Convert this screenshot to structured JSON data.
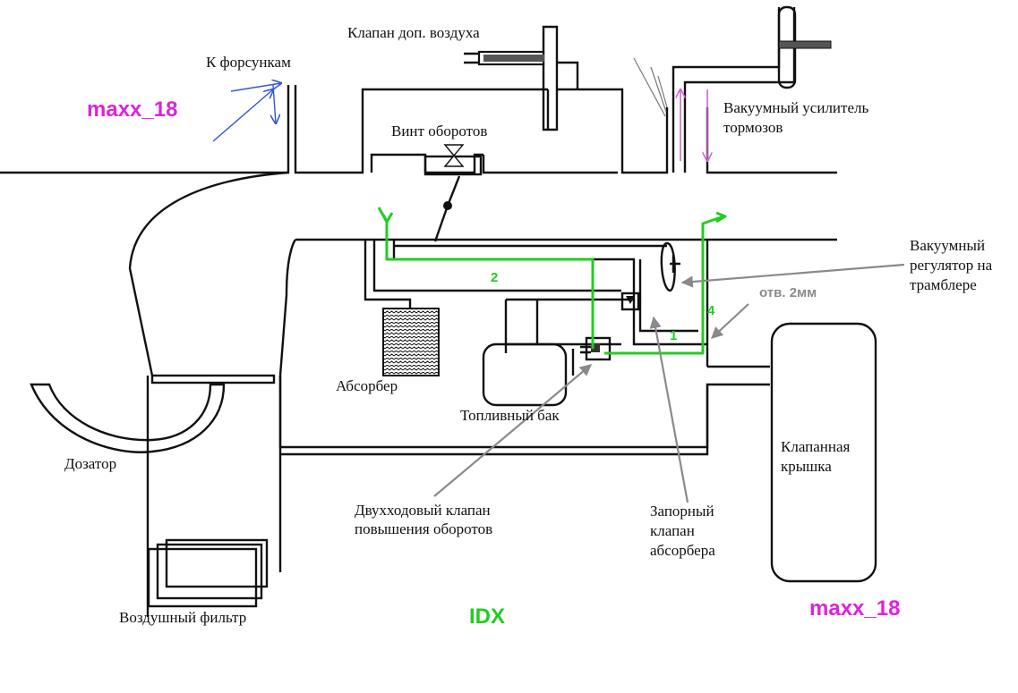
{
  "labels": {
    "k_forsunkam": "К форсункам",
    "klapan_dop_vozduha": "Клапан доп. воздуха",
    "vint_oborotov": "Винт оборотов",
    "vakuumny_usilitel_1": "Вакуумный усилитель",
    "vakuumny_usilitel_2": "тормозов",
    "vakuumny_regulator_1": "Вакуумный",
    "vakuumny_regulator_2": "регулятор на",
    "vakuumny_regulator_3": "трамблере",
    "otv_2mm": "отв. 2мм",
    "absorber": "Абсорбер",
    "toplivny_bak": "Топливный бак",
    "dozator": "Дозатор",
    "klapannaya_1": "Клапанная",
    "klapannaya_2": "крышка",
    "dvuhhodovy_1": "Двухходовый клапан",
    "dvuhhodovy_2": "повышения оборотов",
    "zaporny_1": "Запорный",
    "zaporny_2": "клапан",
    "zaporny_3": "абсорбера",
    "vozdushny_filtr": "Воздушный фильтр",
    "line_1": "1",
    "line_2": "2",
    "line_4": "4"
  },
  "watermarks": {
    "left": "maxx_18",
    "right": "maxx_18",
    "center": "IDX"
  },
  "colors": {
    "watermark_magenta": "#dd22dd",
    "watermark_green": "#22cc22",
    "vacuum_line_green": "#22cc22",
    "pointer_gray": "#8a8a8a",
    "airflow_blue": "#3355dd",
    "brake_arrow_pink": "#cc66cc"
  }
}
